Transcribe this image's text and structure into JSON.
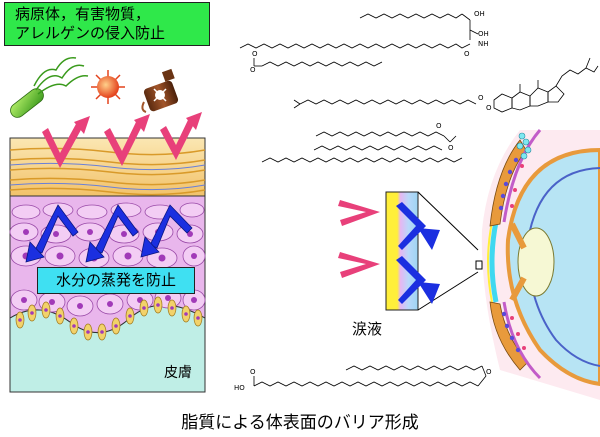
{
  "title_box": {
    "line1": "病原体，有害物質，",
    "line2": "アレルゲンの侵入防止"
  },
  "moisture_label": "水分の蒸発を防止",
  "skin_label": "皮膚",
  "tears_label": "涙液",
  "caption": "脂質による体表面のバリア形成",
  "chem_labels": {
    "oh1": "OH",
    "oh2": "OH",
    "nh": "NH",
    "o_amide": "O",
    "ester1_o": "O",
    "ester1_o2": "O",
    "chol_o": "O",
    "chol_o2": "O",
    "wax_o": "O",
    "wax_o2": "O",
    "acid_ho": "HO",
    "acid_o": "O",
    "acid_o2": "O"
  },
  "colors": {
    "pink_arrow": "#e8407a",
    "blue_arrow": "#1b2fe0",
    "green_box": "#2fe84a",
    "moisture_box": "#3fe0f2",
    "dermis": "#bfeee6",
    "stratum": "#f5d27a",
    "cells": "#e9b6ec",
    "eye_blue": "#b7e4f4",
    "eyelid_orange": "#e89a3c"
  },
  "icons": [
    "bacteria-icon",
    "virus-icon",
    "poison-bottle-icon"
  ]
}
